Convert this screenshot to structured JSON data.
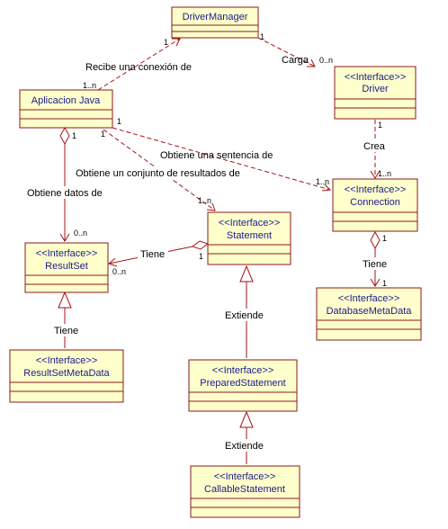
{
  "classes": {
    "driver_manager": {
      "title": "DriverManager"
    },
    "driver": {
      "stereotype": "<<Interface>>",
      "name": "Driver"
    },
    "aplicacion": {
      "title": "Aplicacion Java"
    },
    "connection": {
      "stereotype": "<<Interface>>",
      "name": "Connection"
    },
    "statement": {
      "stereotype": "<<Interface>>",
      "name": "Statement"
    },
    "resultset": {
      "stereotype": "<<Interface>>",
      "name": "ResultSet"
    },
    "dbmeta": {
      "stereotype": "<<Interface>>",
      "name": "DatabaseMetaData"
    },
    "rsmeta": {
      "stereotype": "<<Interface>>",
      "name": "ResultSetMetaData"
    },
    "prepared": {
      "stereotype": "<<Interface>>",
      "name": "PreparedStatement"
    },
    "callable": {
      "stereotype": "<<Interface>>",
      "name": "CallableStatement"
    }
  },
  "relations": {
    "carga": {
      "label": "Carga",
      "m1": "1",
      "m2": "0..n"
    },
    "recibe": {
      "label": "Recibe una conexión de",
      "m1": "1..n",
      "m2": "1"
    },
    "crea": {
      "label": "Crea",
      "m1": "1",
      "m2": "1..n"
    },
    "sentencia": {
      "label": "Obtiene una sentencia de",
      "m1": "1",
      "m2": "1..n"
    },
    "resultados": {
      "label": "Obtiene un conjunto de resultados de",
      "m1": "1",
      "m2": "1..n"
    },
    "datos": {
      "label": "Obtiene datos de",
      "m1": "1",
      "m2": "0..n"
    },
    "tiene_rs": {
      "label": "Tiene",
      "m1": "1",
      "m2": "0..n"
    },
    "tiene_db": {
      "label": "Tiene",
      "m1": "1",
      "m2": "1"
    },
    "tiene_meta": {
      "label": "Tiene"
    },
    "extiende1": {
      "label": "Extiende"
    },
    "extiende2": {
      "label": "Extiende"
    }
  }
}
